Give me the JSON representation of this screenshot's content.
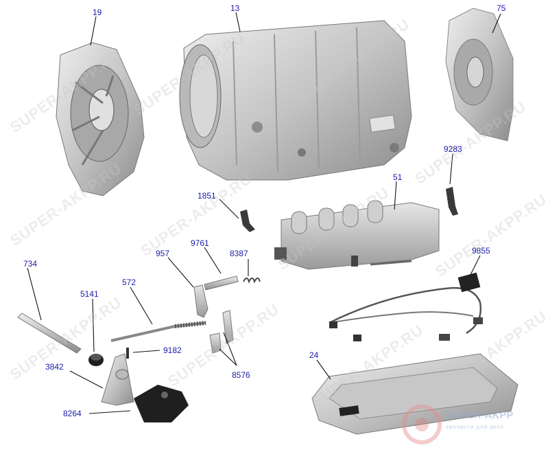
{
  "callouts": [
    {
      "id": "19",
      "text": "19"
    },
    {
      "id": "13",
      "text": "13"
    },
    {
      "id": "75",
      "text": "75"
    },
    {
      "id": "9283",
      "text": "9283"
    },
    {
      "id": "1851",
      "text": "1851"
    },
    {
      "id": "51",
      "text": "51"
    },
    {
      "id": "957",
      "text": "957"
    },
    {
      "id": "9761",
      "text": "9761"
    },
    {
      "id": "8387",
      "text": "8387"
    },
    {
      "id": "734",
      "text": "734"
    },
    {
      "id": "572",
      "text": "572"
    },
    {
      "id": "5141",
      "text": "5141"
    },
    {
      "id": "9855",
      "text": "9855"
    },
    {
      "id": "9182",
      "text": "9182"
    },
    {
      "id": "3842",
      "text": "3842"
    },
    {
      "id": "8576",
      "text": "8576"
    },
    {
      "id": "24",
      "text": "24"
    },
    {
      "id": "8264",
      "text": "8264"
    }
  ],
  "watermark": {
    "text": "SUPER-AKPP.RU"
  },
  "logo": {
    "name": "SUPER-AKPP",
    "tagline": "запчасти для акпп"
  },
  "colors": {
    "label": "#1a1aa8",
    "leader": "#111111",
    "part_light": "#d9d9d9",
    "part_mid": "#b5b5b5",
    "part_dark": "#7a7a7a"
  }
}
